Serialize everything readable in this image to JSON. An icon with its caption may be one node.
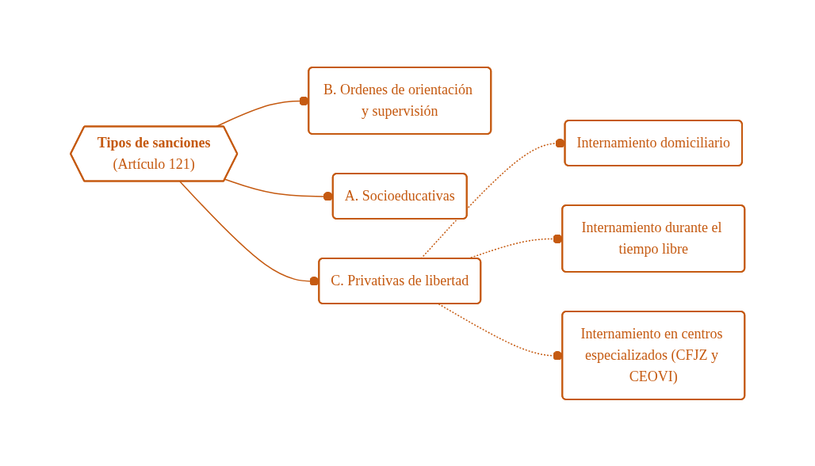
{
  "diagram": {
    "nodes": [
      {
        "text": [
          "Tipos de sanciones",
          "(Artículo 121)"
        ]
      },
      {
        "text": [
          "A. Socioeducativas"
        ]
      },
      {
        "text": [
          "B. Ordenes de orientación y supervisión"
        ]
      },
      {
        "text": [
          "C. Privativas de libertad"
        ]
      },
      {
        "text": [
          "Internamiento domiciliario"
        ]
      },
      {
        "text": [
          "Internamiento durante el tiempo libre"
        ]
      },
      {
        "text": [
          "Internamiento en centros especializados (CFJZ y CEOVI)"
        ]
      }
    ],
    "edges": [
      {
        "from": 0,
        "to": 1,
        "arrow": "other"
      },
      {
        "from": 0,
        "to": 2,
        "arrow": "other"
      },
      {
        "from": 0,
        "to": 3,
        "arrow": "other"
      },
      {
        "from": 3,
        "to": 4,
        "arrow": "other",
        "style": "dashed"
      },
      {
        "from": 3,
        "to": 5,
        "arrow": "other",
        "style": "dashed"
      },
      {
        "from": 3,
        "to": 6,
        "arrow": "other",
        "style": "dashed"
      }
    ]
  }
}
